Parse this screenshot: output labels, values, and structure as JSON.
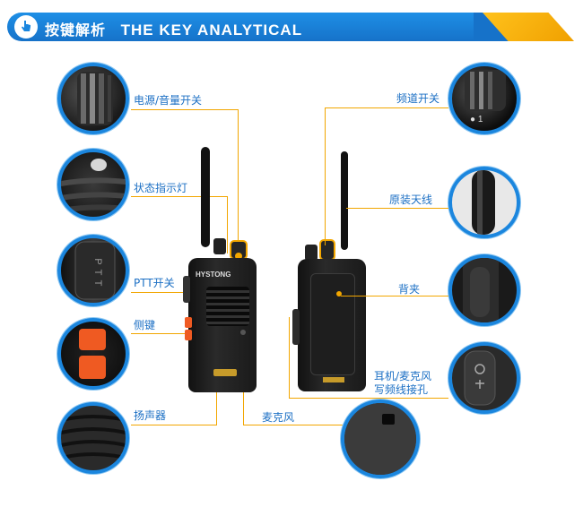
{
  "header": {
    "title_cn": "按键解析",
    "title_en": "THE KEY ANALYTICAL"
  },
  "labels_left": {
    "power_volume": "电源/音量开关",
    "status_light": "状态指示灯",
    "ptt": "PTT开关",
    "side_key": "侧键",
    "speaker": "扬声器"
  },
  "labels_right": {
    "channel": "频道开关",
    "antenna": "原装天线",
    "back_clip": "背夹",
    "earphone_line1": "耳机/麦克风",
    "earphone_line2": "写频线接孔",
    "microphone": "麦克风"
  },
  "radio": {
    "brand": "HYSTONG"
  },
  "colors": {
    "accent_blue": "#1b86de",
    "line_orange": "#f2a600",
    "label_blue": "#1b6fc4",
    "side_key_orange": "#ef5a22"
  }
}
